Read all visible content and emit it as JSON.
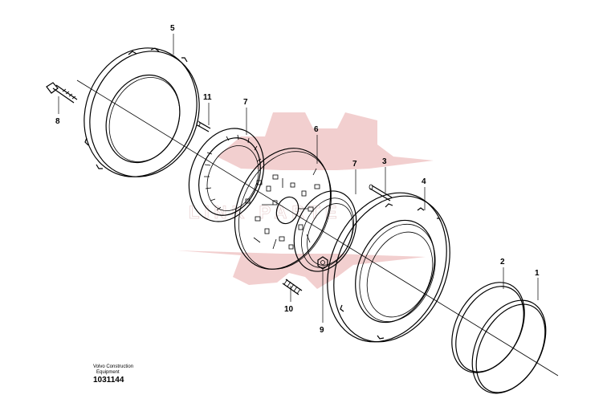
{
  "callouts": {
    "c1": "1",
    "c2": "2",
    "c3": "3",
    "c4": "4",
    "c5": "5",
    "c6": "6",
    "c7a": "7",
    "c7b": "7",
    "c8": "8",
    "c9": "9",
    "c10": "10",
    "c11": "11"
  },
  "caption": {
    "line1": "Volvo Construction",
    "line2": "Equipment",
    "number": "1031144"
  },
  "watermark": {
    "color": "#e8a8a8",
    "text": "LINK PARTE"
  }
}
